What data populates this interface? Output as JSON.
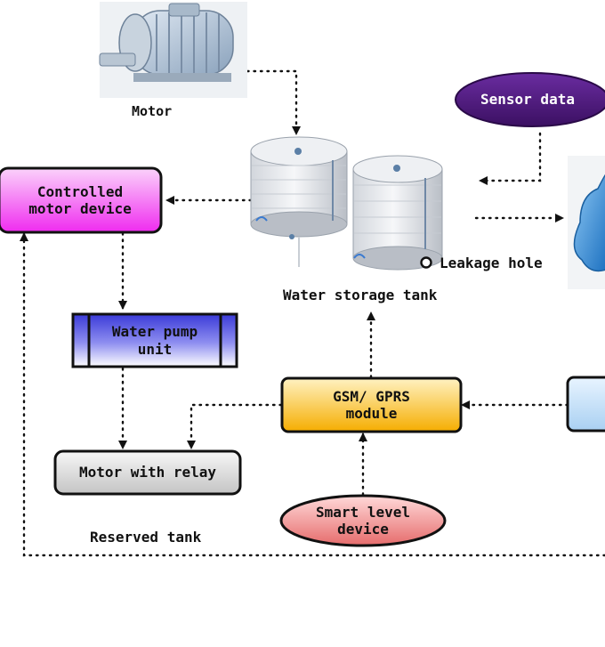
{
  "labels": {
    "motor": "Motor",
    "water_storage_tank": "Water storage tank",
    "leakage_hole": "Leakage hole",
    "reserved_tank": "Reserved tank"
  },
  "nodes": {
    "controlled_motor_device": "Controlled motor device",
    "water_pump_unit": "Water pump unit",
    "motor_with_relay": "Motor with relay",
    "gsm_gprs_module": "GSM/ GPRS module",
    "smart_level_device": "Smart level device",
    "sensor_data": "Sensor data"
  },
  "colors": {
    "controlled_motor": "#f22df2",
    "water_pump": "#4848e0",
    "relay": "#d4d4d4",
    "gsm": "#f5b400",
    "smart_level": "#e87676",
    "sensor": "#4a1a7a",
    "cloud": "#2a86d4"
  }
}
